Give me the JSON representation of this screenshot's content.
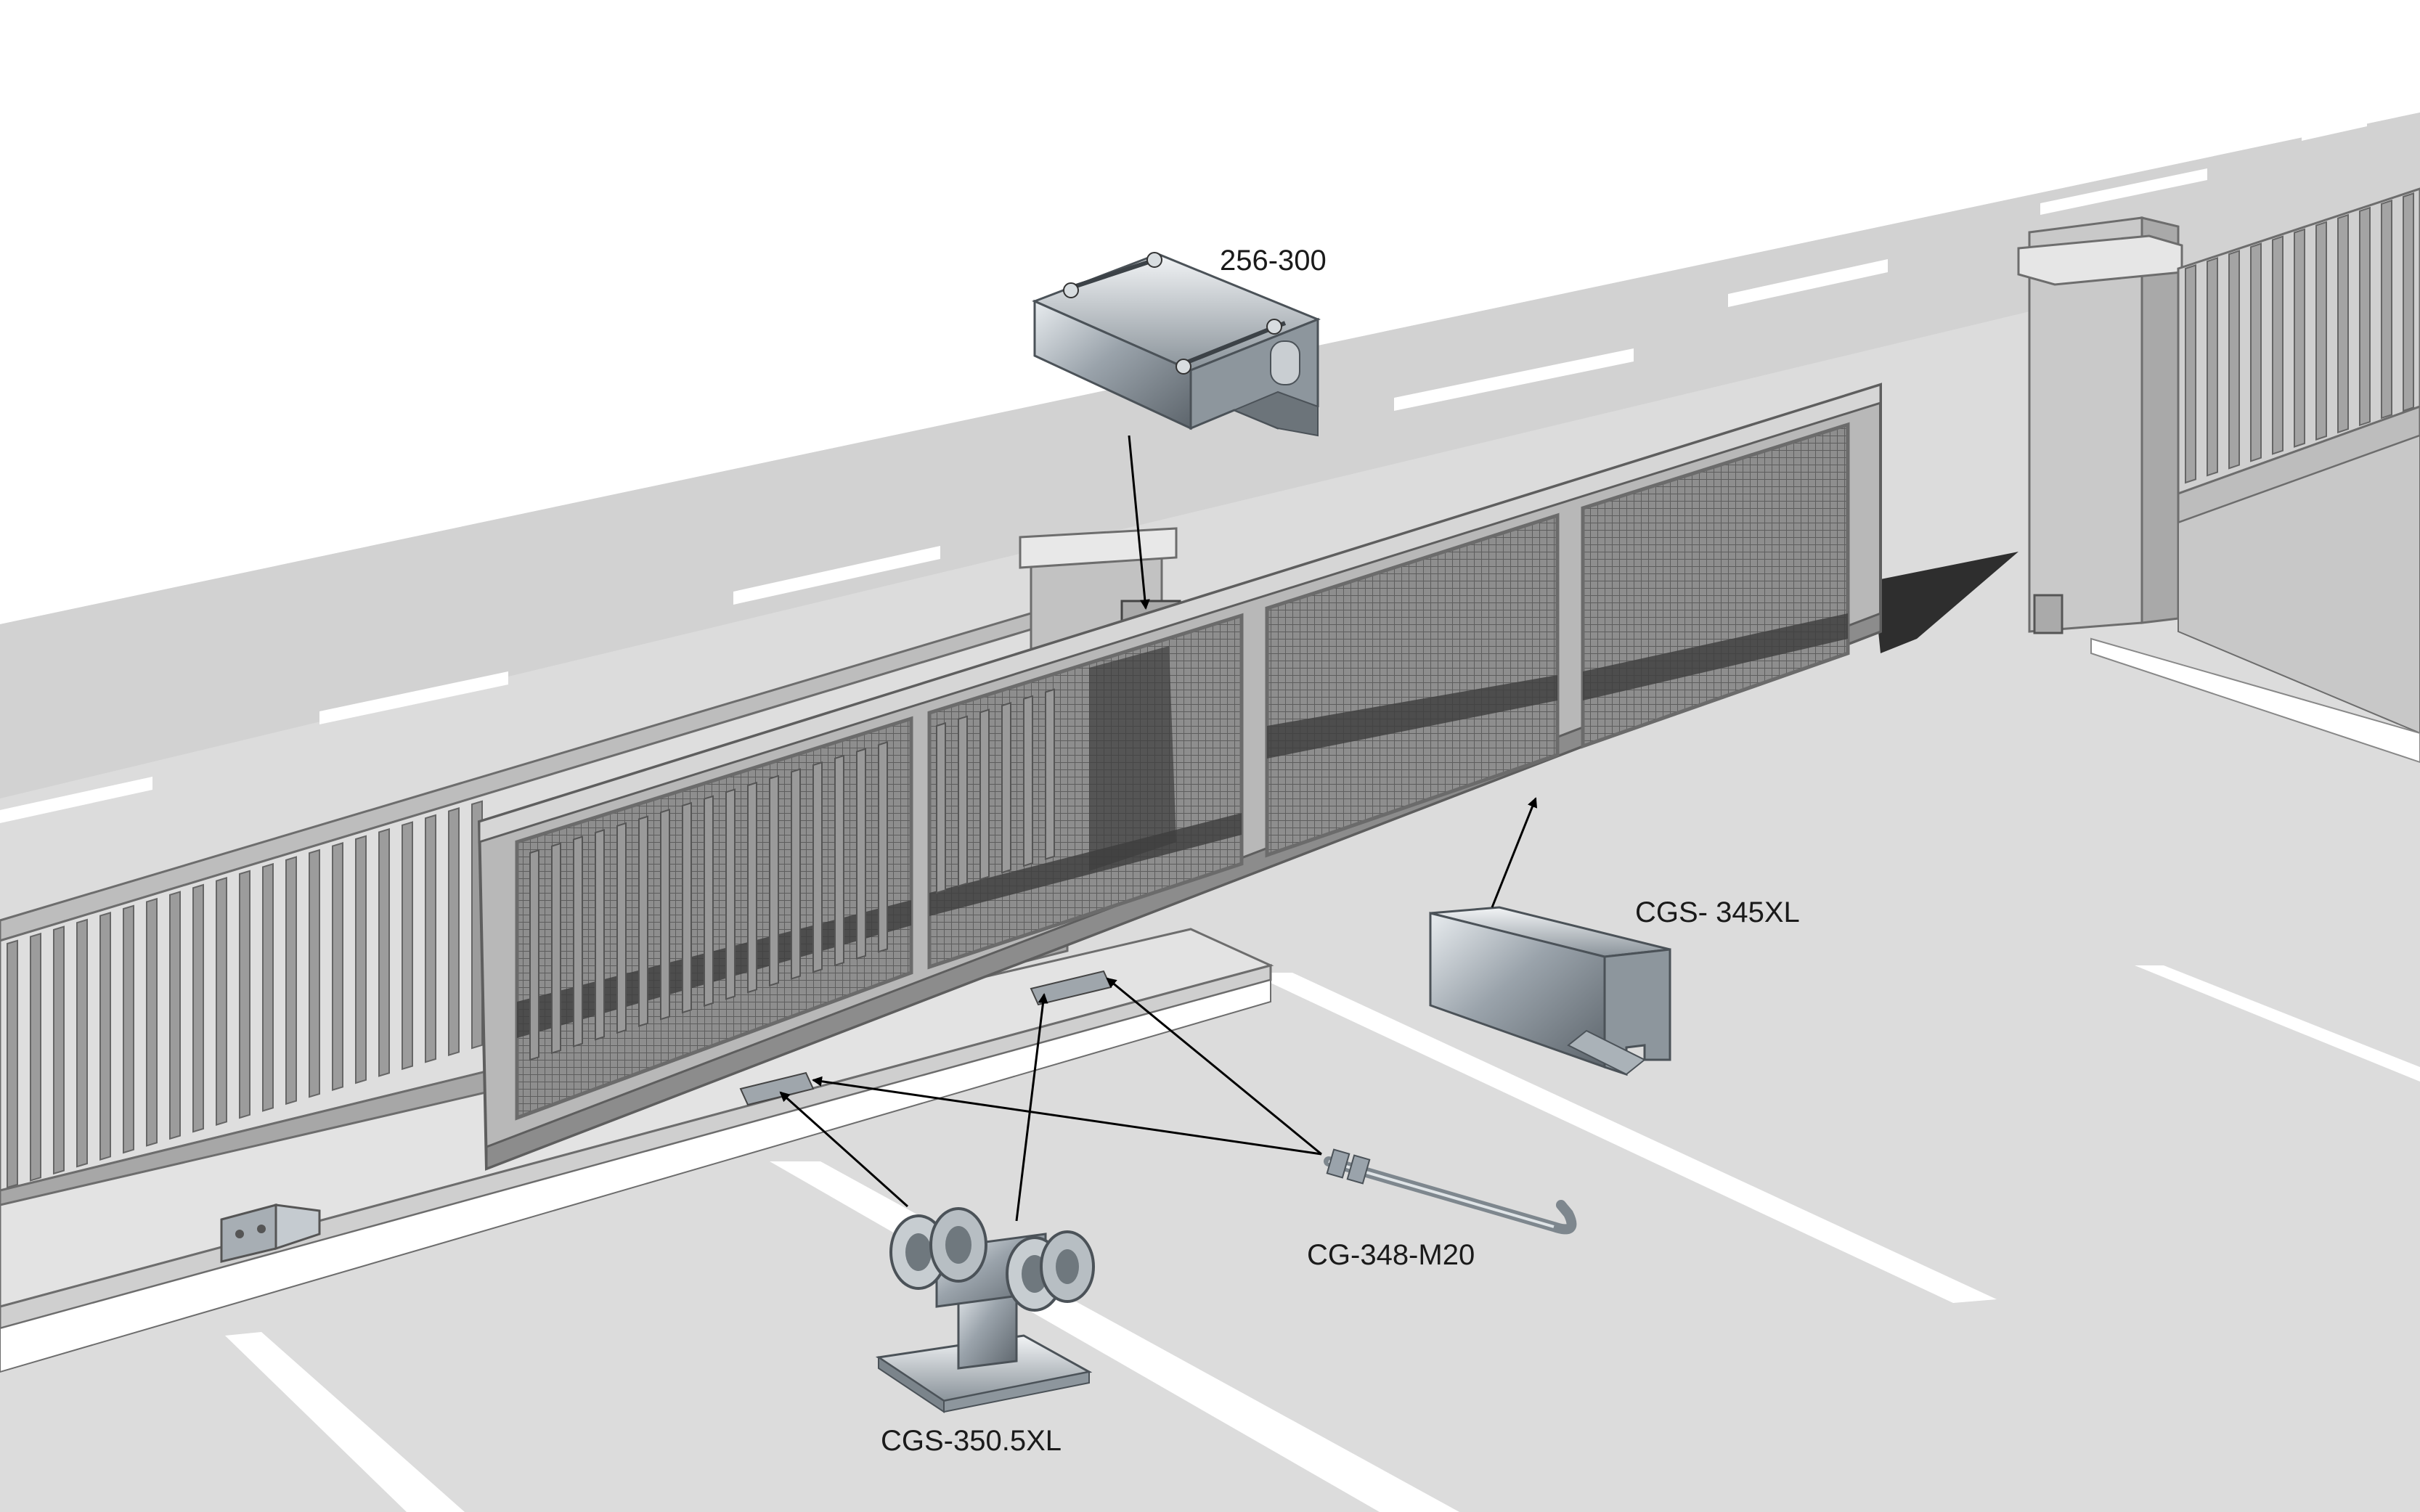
{
  "labels": {
    "guide_roller": "256-300",
    "rail_profile": "CGS- 345XL",
    "carriage": "CGS-350.5XL",
    "anchor_bolt": "CG-348-M20"
  },
  "icons": {
    "guide_roller": "guide-roller-bracket",
    "rail_profile": "steel-u-rail",
    "carriage": "roller-carriage",
    "anchor_bolt": "hook-anchor-bolt"
  },
  "colors": {
    "background": "#ffffff",
    "road": "#dcdcdc",
    "road_marking": "#ffffff",
    "gate_frame": "#b4b4b4",
    "mesh": "#7a7a7a",
    "shadow": "#3a3a3a",
    "leader": "#000000",
    "steel": "#9aa3ab"
  }
}
